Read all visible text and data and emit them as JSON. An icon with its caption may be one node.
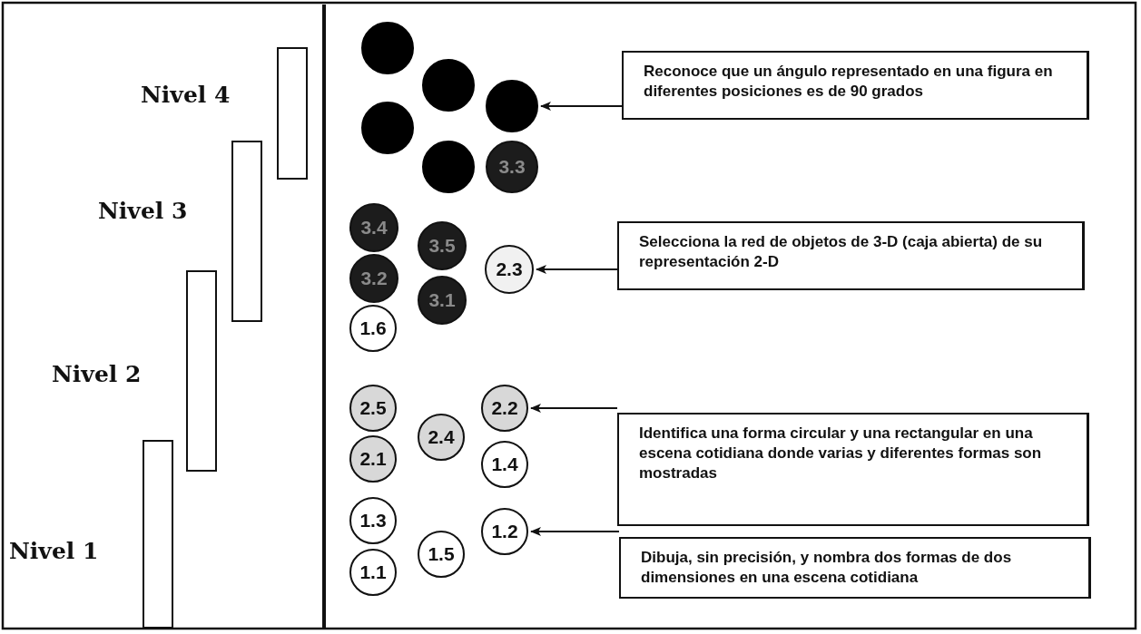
{
  "diagram": {
    "nodes": [
      {
        "text": [],
        "shape": "bar",
        "beside": [
          "Nivel 4"
        ]
      },
      {
        "text": [],
        "shape": "bar",
        "beside": [
          "Nivel 3"
        ]
      },
      {
        "text": [],
        "shape": "bar",
        "beside": [
          "Nivel 2"
        ]
      },
      {
        "text": [],
        "shape": "bar",
        "beside": [
          "Nivel 1"
        ]
      },
      {
        "text": [],
        "shape": "circle"
      },
      {
        "text": [],
        "shape": "circle"
      },
      {
        "text": [],
        "shape": "circle"
      },
      {
        "text": [],
        "shape": "circle"
      },
      {
        "text": [],
        "shape": "circle"
      },
      {
        "text": [
          "3.3"
        ]
      },
      {
        "text": [
          "3.4"
        ]
      },
      {
        "text": [
          "3.5"
        ]
      },
      {
        "text": [
          "2.3"
        ]
      },
      {
        "text": [
          "3.2"
        ]
      },
      {
        "text": [
          "3.1"
        ]
      },
      {
        "text": [
          "1.6"
        ]
      },
      {
        "text": [
          "2.5"
        ]
      },
      {
        "text": [
          "2.2"
        ]
      },
      {
        "text": [
          "2.4"
        ]
      },
      {
        "text": [
          "2.1"
        ]
      },
      {
        "text": [
          "1.4"
        ]
      },
      {
        "text": [
          "1.3"
        ]
      },
      {
        "text": [
          "1.2"
        ]
      },
      {
        "text": [
          "1.5"
        ]
      },
      {
        "text": [
          "1.1"
        ]
      },
      {
        "text": [
          "Reconoce que un ángulo representado en una figura en diferentes posiciones es de 90 grados"
        ]
      },
      {
        "text": [
          "Selecciona la red de objetos de 3-D (caja abierta) de su representación 2-D"
        ]
      },
      {
        "text": [
          "Identifica una forma circular y una rectangular en una escena cotidiana donde varias y diferentes formas son mostradas"
        ]
      },
      {
        "text": [
          "Dibuja, sin precisión, y nombra dos formas de dos dimensiones en una escena cotidiana"
        ]
      }
    ],
    "edges": [
      {
        "from": 25,
        "to": 6,
        "arrow": "to"
      },
      {
        "from": 26,
        "to": 12,
        "arrow": "to"
      },
      {
        "from": 27,
        "to": 17,
        "arrow": "to"
      },
      {
        "from": 28,
        "to": 22,
        "arrow": "to"
      }
    ]
  }
}
